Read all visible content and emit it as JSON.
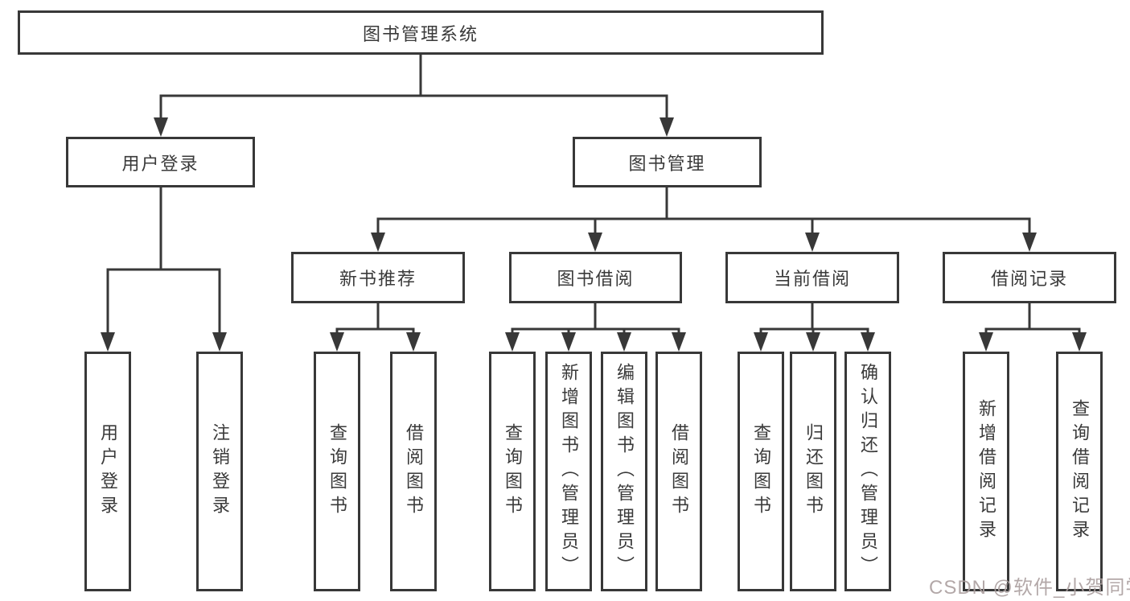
{
  "tree": {
    "root": "图书管理系统",
    "level2": [
      {
        "label": "用户登录",
        "leaves": [
          "用户登录",
          "注销登录"
        ]
      },
      {
        "label": "图书管理",
        "groups": [
          {
            "label": "新书推荐",
            "leaves": [
              "查询图书",
              "借阅图书"
            ]
          },
          {
            "label": "图书借阅",
            "leaves": [
              "查询图书",
              "新增图书（管理员）",
              "编辑图书（管理员）",
              "借阅图书"
            ]
          },
          {
            "label": "当前借阅",
            "leaves": [
              "查询图书",
              "归还图书",
              "确认归还（管理员）"
            ]
          },
          {
            "label": "借阅记录",
            "leaves": [
              "新增借阅记录",
              "查询借阅记录"
            ]
          }
        ]
      }
    ]
  },
  "watermark": "CSDN @软件_小贺同学",
  "colors": {
    "line": "#383838",
    "text": "#3a3a3a",
    "watermark": "#ab9f9f",
    "background": "#ffffff"
  }
}
